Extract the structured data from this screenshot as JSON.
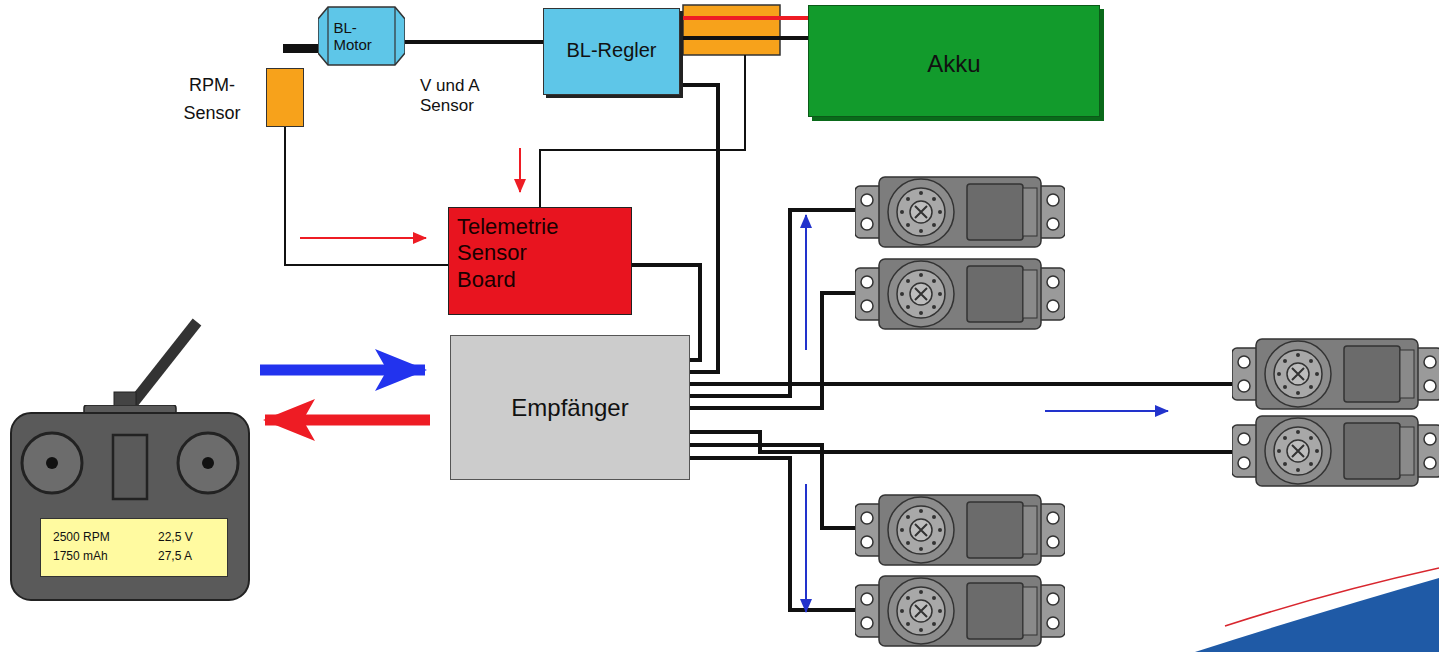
{
  "diagram": {
    "nodes": [
      {
        "text": [
          "BL- Motor"
        ]
      },
      {
        "text": [
          "BL-Regler"
        ]
      },
      {
        "text": [
          "Akku"
        ]
      },
      {
        "text": [
          "RPM- Sensor"
        ]
      },
      {
        "text": [
          "Telemetrie Sensor Board"
        ]
      },
      {
        "text": [
          "Empfänger"
        ]
      },
      {
        "text": [
          "2500 RPM",
          "22,5 V",
          "1750 mAh",
          "27,5 A"
        ]
      }
    ],
    "edges": [
      {
        "from": 0,
        "to": 1,
        "arrow": "none"
      },
      {
        "from": 1,
        "to": 2,
        "arrow": "none"
      },
      {
        "from": 1,
        "to": 5,
        "arrow": "none"
      },
      {
        "from": 3,
        "to": 4,
        "arrow": "none"
      },
      {
        "from": 4,
        "to": 5,
        "arrow": "none"
      },
      {
        "from": 6,
        "to": 5,
        "arrow": "to"
      },
      {
        "from": 5,
        "to": 6,
        "arrow": "to"
      }
    ],
    "labels": [
      "V und A Sensor"
    ]
  }
}
